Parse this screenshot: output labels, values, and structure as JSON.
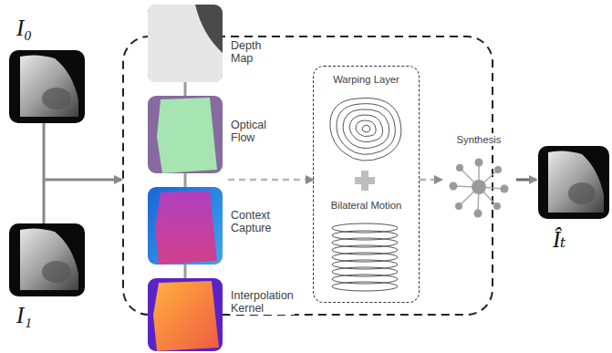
{
  "diagram": {
    "nodes": [
      {
        "text": [
          "I₀"
        ]
      },
      {
        "text": [
          "I₁"
        ]
      },
      {
        "text": [
          "Depth Map"
        ]
      },
      {
        "text": [
          "Optical Flow"
        ]
      },
      {
        "text": [
          "Context Capture"
        ]
      },
      {
        "text": [
          "Interpolation Kernel"
        ]
      },
      {
        "text": [
          "Warping Layer",
          "Bilateral Motion"
        ]
      },
      {
        "text": [
          "Synthesis"
        ]
      },
      {
        "text": [
          "Îₜ"
        ]
      }
    ],
    "edges": [
      {
        "from": 2,
        "to": 3,
        "arrow": "none"
      },
      {
        "from": 3,
        "to": 4,
        "arrow": "none"
      },
      {
        "from": 4,
        "to": 5,
        "arrow": "none"
      },
      {
        "from": 3,
        "to": 6,
        "arrow": "to"
      },
      {
        "from": 6,
        "to": 7,
        "arrow": "to"
      },
      {
        "from": 7,
        "to": 8,
        "arrow": "to"
      }
    ]
  }
}
